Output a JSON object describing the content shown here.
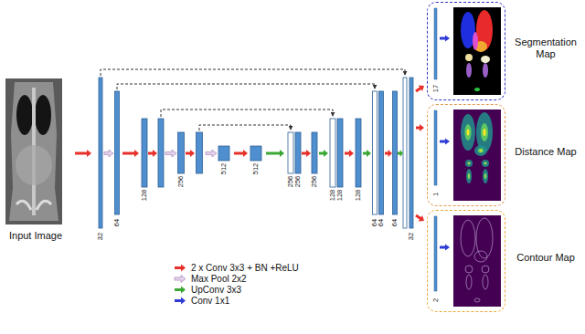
{
  "diagram": {
    "nodes": [
      {
        "text": [
          "Input Image"
        ]
      },
      {
        "text": [
          "Segmentation Map"
        ]
      },
      {
        "text": [
          "Distance Map"
        ]
      },
      {
        "text": [
          "Contour Map"
        ]
      }
    ],
    "labels": [
      "32",
      "64",
      "128",
      "256",
      "512",
      "512",
      "256",
      "256",
      "256",
      "128",
      "128",
      "128",
      "64",
      "64",
      "64",
      "32",
      "17",
      "1",
      "2"
    ],
    "legend": [
      {
        "text": "2 x Conv 3x3 + BN +ReLU",
        "color": "#e8302a"
      },
      {
        "text": "Max Pool 2x2",
        "color": "#e6d0ee"
      },
      {
        "text": "UpConv 3x3",
        "color": "#3aa832"
      },
      {
        "text": "Conv 1x1",
        "color": "#2f3bd6"
      }
    ]
  }
}
